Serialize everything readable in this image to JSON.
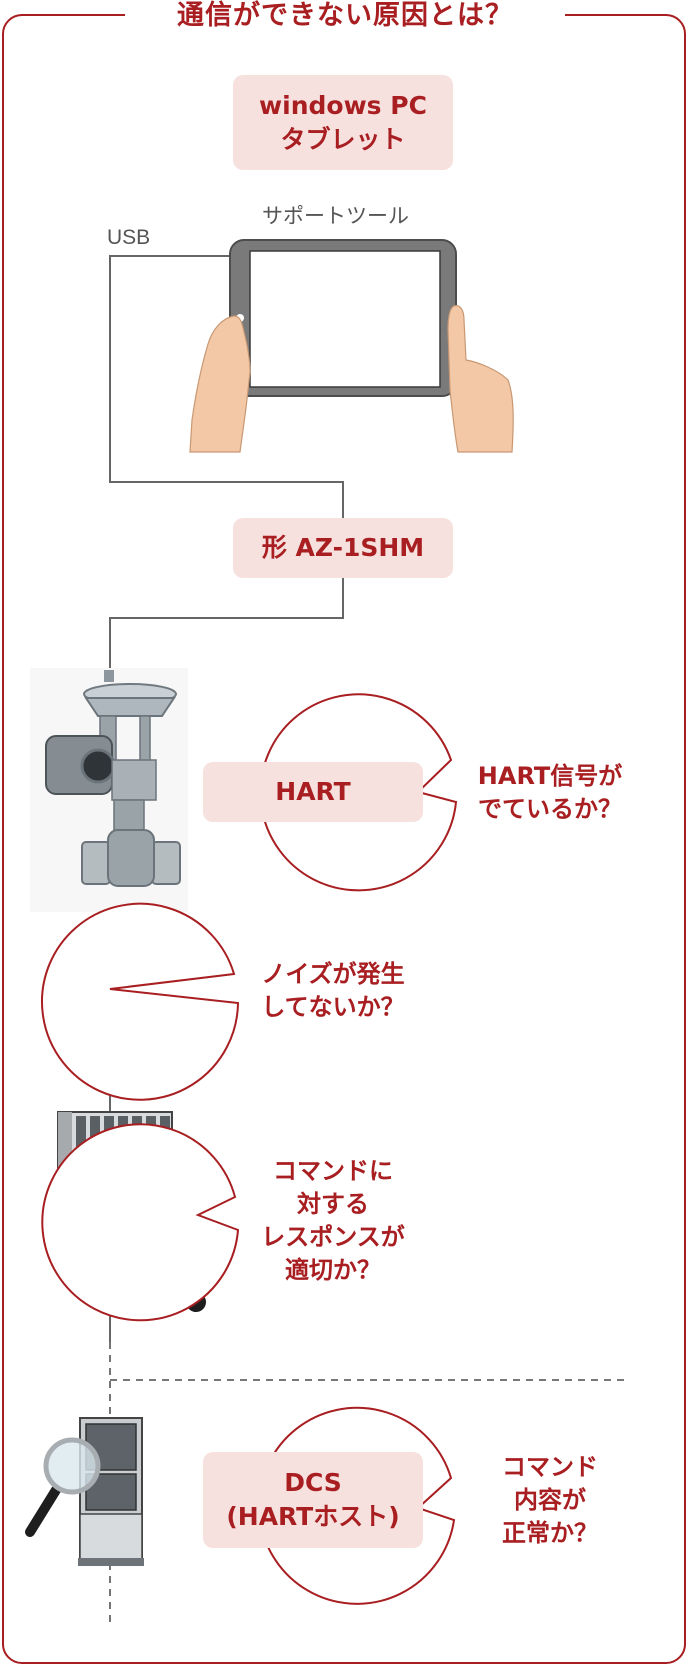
{
  "title": "通信ができない原因とは？",
  "pc_box": {
    "line1": "windows PC",
    "line2": "タブレット"
  },
  "support_tool_label": "サポートツール",
  "usb_label": "USB",
  "device_box": "形 AZ-1SHM",
  "hart_box": "HART",
  "dcs_box": {
    "line1": "DCS",
    "line2": "(HARTホスト)"
  },
  "bubbles": {
    "hart_signal": [
      "HART信号が",
      "でているか？"
    ],
    "noise": [
      "ノイズが発生",
      "してないか？"
    ],
    "response": [
      "コマンドに",
      "対する",
      "レスポンスが",
      "適切か？"
    ],
    "command": [
      "コマンド",
      "内容が",
      "正常か？"
    ]
  },
  "colors": {
    "accent": "#a81e21",
    "pill_bg": "#f6e1df",
    "line": "#666666"
  }
}
